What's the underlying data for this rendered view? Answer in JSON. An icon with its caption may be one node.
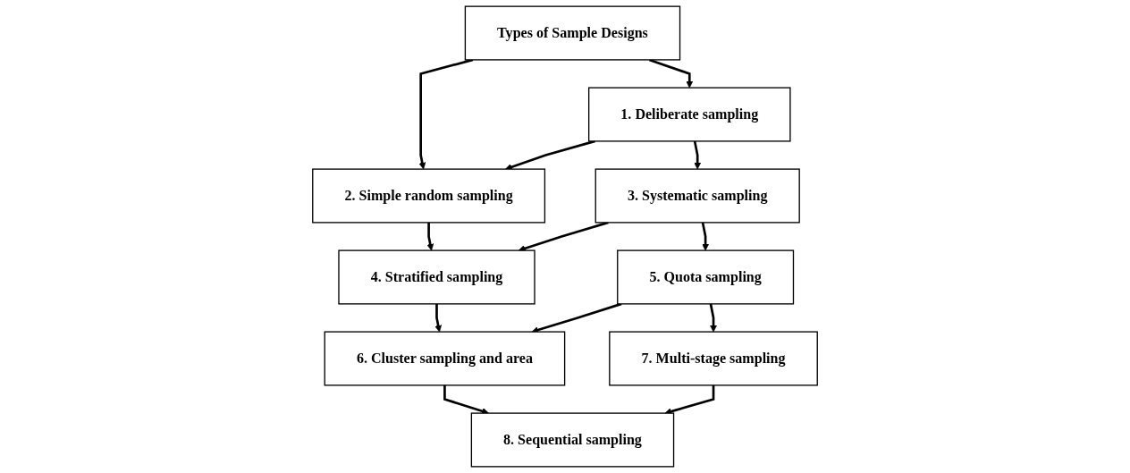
{
  "diagram": {
    "nodes": [
      {
        "text": [
          "Types of Sample Designs"
        ]
      },
      {
        "text": [
          "1. Deliberate sampling"
        ]
      },
      {
        "text": [
          "2. Simple random sampling"
        ]
      },
      {
        "text": [
          "3. Systematic sampling"
        ]
      },
      {
        "text": [
          "4. Stratified sampling"
        ]
      },
      {
        "text": [
          "5. Quota sampling"
        ]
      },
      {
        "text": [
          "6. Cluster sampling and area"
        ]
      },
      {
        "text": [
          "7. Multi-stage sampling"
        ]
      },
      {
        "text": [
          "8. Sequential sampling"
        ]
      }
    ],
    "edges": [
      {
        "from": 0,
        "to": 1,
        "arrow": "to"
      },
      {
        "from": 0,
        "to": 2,
        "arrow": "to"
      },
      {
        "from": 1,
        "to": 2,
        "arrow": "to"
      },
      {
        "from": 1,
        "to": 3,
        "arrow": "to"
      },
      {
        "from": 2,
        "to": 4,
        "arrow": "to"
      },
      {
        "from": 3,
        "to": 4,
        "arrow": "to"
      },
      {
        "from": 3,
        "to": 5,
        "arrow": "to"
      },
      {
        "from": 4,
        "to": 6,
        "arrow": "to"
      },
      {
        "from": 5,
        "to": 6,
        "arrow": "to"
      },
      {
        "from": 5,
        "to": 7,
        "arrow": "to"
      },
      {
        "from": 6,
        "to": 8,
        "arrow": "to"
      },
      {
        "from": 7,
        "to": 8,
        "arrow": "to"
      }
    ]
  }
}
